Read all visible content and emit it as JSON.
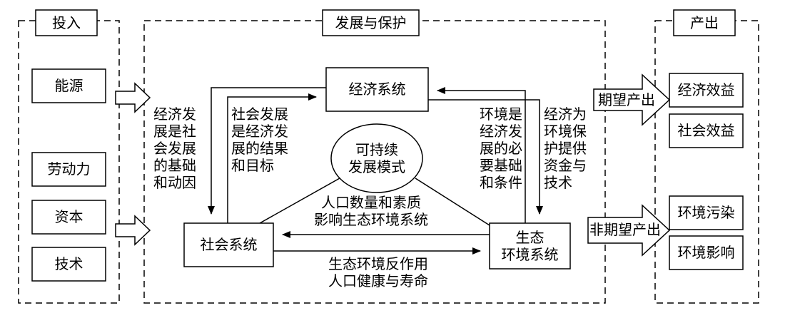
{
  "sections": {
    "input_title": "投入",
    "middle_title": "发展与保护",
    "output_title": "产出"
  },
  "inputs": [
    "能源",
    "劳动力",
    "资本",
    "技术"
  ],
  "outputs": {
    "desired_label": "期望产出",
    "desired": [
      "经济效益",
      "社会效益"
    ],
    "undesired_label": "非期望产出",
    "undesired": [
      "环境污染",
      "环境影响"
    ]
  },
  "systems": {
    "economic": "经济系统",
    "social": "社会系统",
    "eco": "生态\n环境系统",
    "center": "可持续\n发展模式"
  },
  "relations": {
    "econ_basis": "经济发\n展是社\n会发展\n的基础\n和动因",
    "social_result": "社会发展\n是经济发\n展的结果\n和目标",
    "env_condition": "环境是\n经济发\n展的必\n要基础\n和条件",
    "econ_support": "经济为\n环境保\n护提供\n资金与\n技术",
    "population": "人口数量和素质\n影响生态环境系统",
    "feedback": "生态环境反作用\n人口健康与寿命"
  }
}
